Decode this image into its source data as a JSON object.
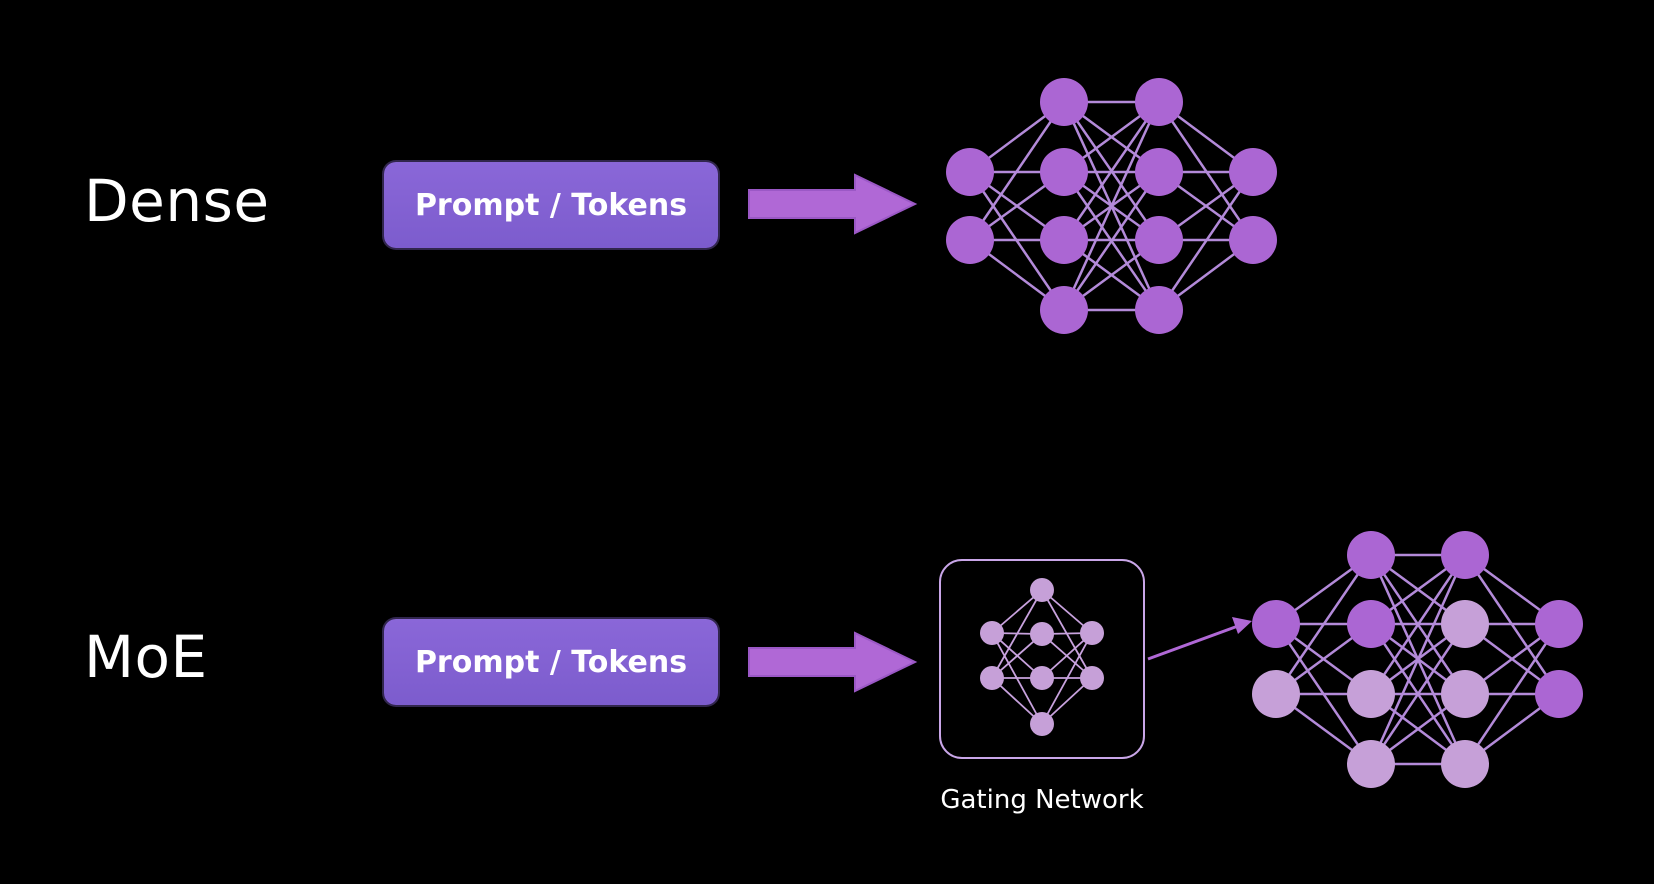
{
  "rows": {
    "dense": {
      "label": "Dense",
      "prompt_label": "Prompt / Tokens"
    },
    "moe": {
      "label": "MoE",
      "prompt_label": "Prompt / Tokens",
      "gating_label": "Gating Network"
    }
  },
  "colors": {
    "background": "#000000",
    "prompt_box": "#8266d4",
    "arrow": "#b068d6",
    "node_active": "#ab66d3",
    "node_inactive": "#c6a0d8",
    "edge": "#b38ad9"
  },
  "networks": {
    "dense": {
      "active_layers": [
        [
          true,
          true
        ],
        [
          true,
          true,
          true,
          true
        ],
        [
          true,
          true,
          true,
          true
        ],
        [
          true,
          true
        ]
      ]
    },
    "moe": {
      "gating": {
        "shape": "gating-net-icon"
      },
      "experts": [
        [
          true,
          true
        ],
        [
          true,
          false
        ],
        [
          true,
          false,
          false
        ],
        [
          false,
          true,
          true,
          true
        ],
        [
          false,
          false
        ],
        [
          false,
          true
        ]
      ]
    }
  }
}
